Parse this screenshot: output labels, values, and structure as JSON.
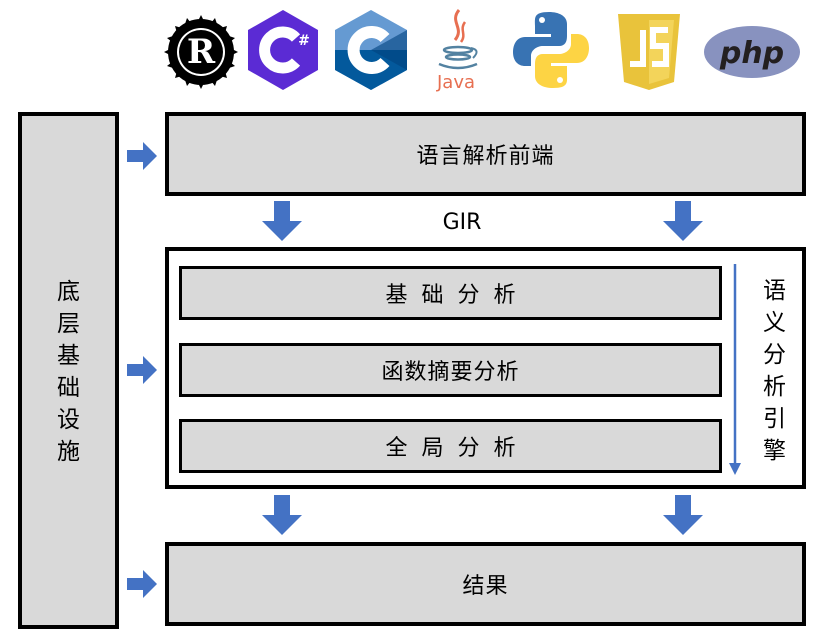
{
  "languages": [
    {
      "name": "Rust",
      "icon": "rust-logo-icon"
    },
    {
      "name": "C#",
      "icon": "csharp-logo-icon",
      "glyph": "C",
      "suffix": "#"
    },
    {
      "name": "C",
      "icon": "c-logo-icon",
      "glyph": "C"
    },
    {
      "name": "Java",
      "icon": "java-logo-icon",
      "text": "Java"
    },
    {
      "name": "Python",
      "icon": "python-logo-icon"
    },
    {
      "name": "JavaScript",
      "icon": "javascript-logo-icon",
      "text": "JS"
    },
    {
      "name": "PHP",
      "icon": "php-logo-icon",
      "text": "php"
    }
  ],
  "infrastructure": {
    "label": "底层基础设施",
    "chars": [
      "底",
      "层",
      "基",
      "础",
      "设",
      "施"
    ]
  },
  "frontend": {
    "label": "语言解析前端"
  },
  "ir_label": "GIR",
  "engine": {
    "label": "语义分析引擎",
    "chars": [
      "语",
      "义",
      "分",
      "析",
      "引",
      "擎"
    ],
    "stages": [
      {
        "label": "基础分析"
      },
      {
        "label": "函数摘要分析"
      },
      {
        "label": "全局分析"
      }
    ]
  },
  "result": {
    "label": "结果"
  },
  "colors": {
    "arrow": "#4472c4",
    "box_fill": "#d9d9d9",
    "border": "#000000",
    "rust": "#000000",
    "csharp": "#5b2bd4",
    "c_light": "#659ad2",
    "c_dark": "#03599c",
    "java_red": "#e76f51",
    "java_blue": "#5382a1",
    "python_blue": "#3873b3",
    "python_yellow": "#fdd444",
    "js_yellow": "#e9c33b",
    "php_purple": "#8892bf"
  }
}
